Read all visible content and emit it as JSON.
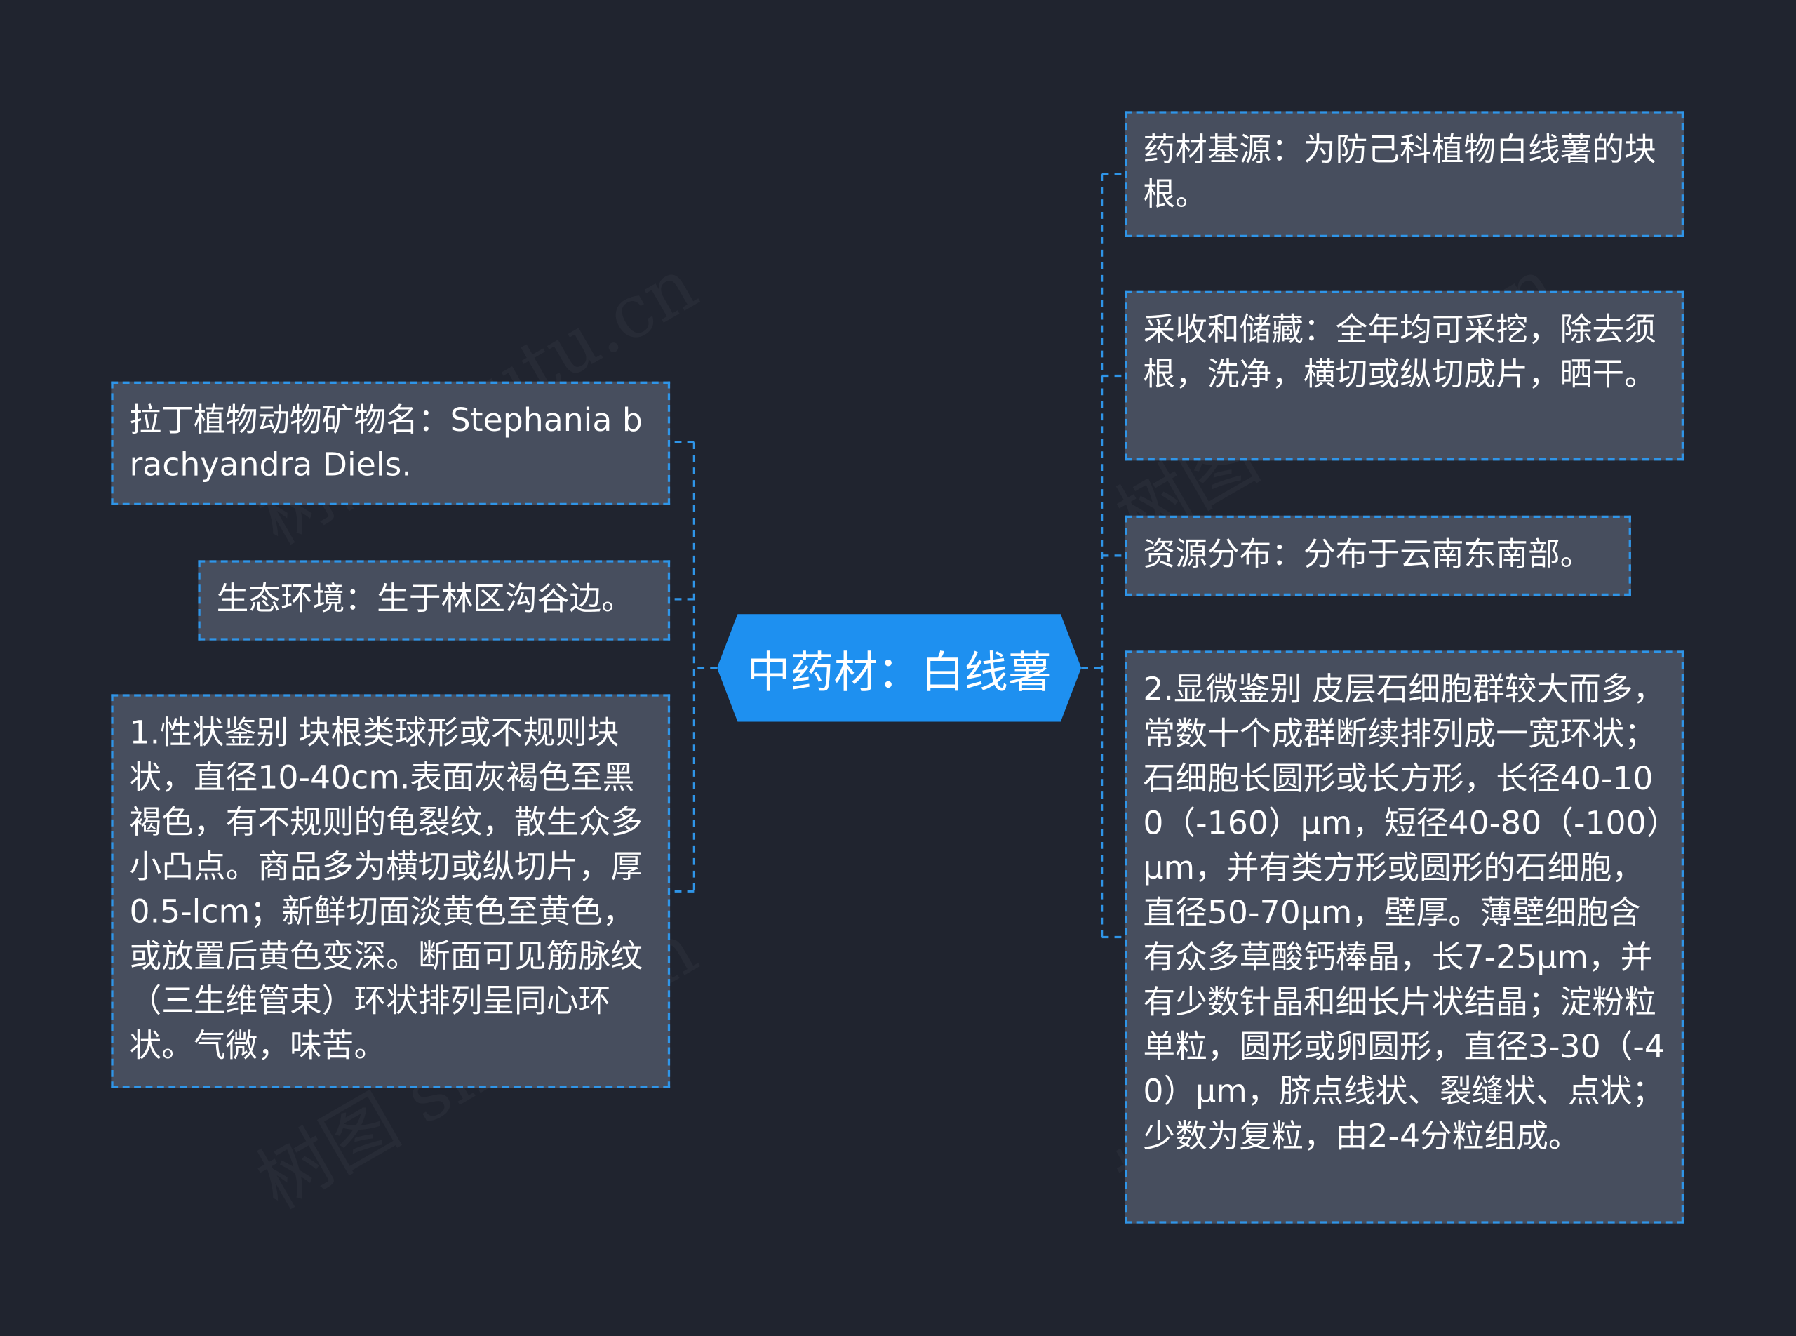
{
  "center": {
    "title": "中药材：白线薯"
  },
  "left_nodes": [
    {
      "text": "拉丁植物动物矿物名：Stephania brachyandra Diels."
    },
    {
      "text": "生态环境：生于林区沟谷边。"
    },
    {
      "text": "1.性状鉴别 块根类球形或不规则块状，直径10-40cm.表面灰褐色至黑褐色，有不规则的龟裂纹，散生众多小凸点。商品多为横切或纵切片，厚0.5-lcm；新鲜切面淡黄色至黄色，或放置后黄色变深。断面可见筋脉纹（三生维管束）环状排列呈同心环状。气微，味苦。"
    }
  ],
  "right_nodes": [
    {
      "text": "药材基源：为防己科植物白线薯的块根。"
    },
    {
      "text": "采收和储藏：全年均可采挖，除去须根，洗净，横切或纵切成片，晒干。"
    },
    {
      "text": "资源分布：分布于云南东南部。"
    },
    {
      "text": "2.显微鉴别 皮层石细胞群较大而多，常数十个成群断续排列成一宽环状；石细胞长圆形或长方形，长径40-100（-160）μm，短径40-80（-100）μm，并有类方形或圆形的石细胞，直径50-70μm，壁厚。薄壁细胞含有众多草酸钙棒晶，长7-25μm，并有少数针晶和细长片状结晶；淀粉粒单粒，圆形或卵圆形，直径3-30（-40）μm，脐点线状、裂缝状、点状；少数为复粒，由2-4分粒组成。"
    }
  ],
  "watermark": "树图 shutu.cn",
  "colors": {
    "background": "#20242f",
    "node_fill": "#474e5e",
    "accent": "#2f95e8",
    "center_fill": "#1e90f0"
  }
}
